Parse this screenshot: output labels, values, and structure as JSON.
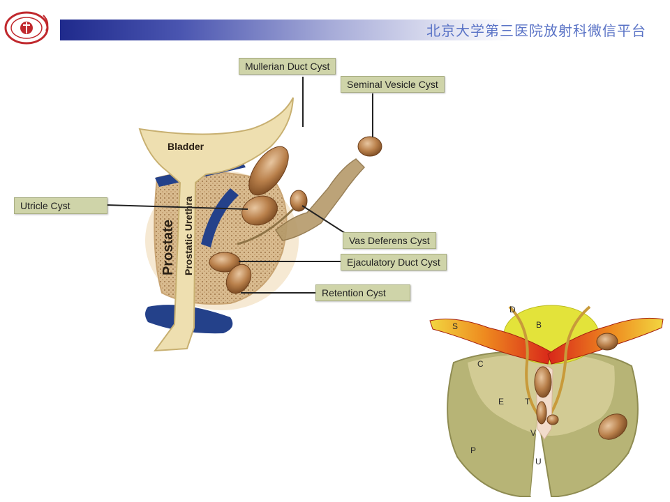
{
  "header": {
    "title": "北京大学第三医院放射科微信平台",
    "logo_icon": "hospital-seal-icon",
    "bar_color_start": "#1f2a8c",
    "title_color": "#5a73c6"
  },
  "diagram_left": {
    "tissue_labels": {
      "bladder": "Bladder",
      "prostate": "Prostate",
      "urethra": "Prostatic Urethra"
    },
    "callouts": {
      "mullerian": "Mullerian Duct Cyst",
      "seminal": "Seminal Vesicle Cyst",
      "utricle": "Utricle  Cyst",
      "vas": "Vas Deferens Cyst",
      "ejaculatory": "Ejaculatory Duct  Cyst",
      "retention": "Retention  Cyst"
    },
    "colors": {
      "label_bg": "#cfd4a9",
      "bladder": "#eedfb0",
      "prostate": "#d9b98c",
      "cyst": "#b9804b",
      "muscle": "#24418a"
    }
  },
  "diagram_right": {
    "letters": {
      "d": "D",
      "b": "B",
      "s": "S",
      "c": "C",
      "e": "E",
      "t": "T",
      "v": "V",
      "p": "P",
      "u": "U"
    },
    "colors": {
      "gland": "#b7b476",
      "bladder": "#e3e33a",
      "seminal": "#e0401a"
    }
  }
}
